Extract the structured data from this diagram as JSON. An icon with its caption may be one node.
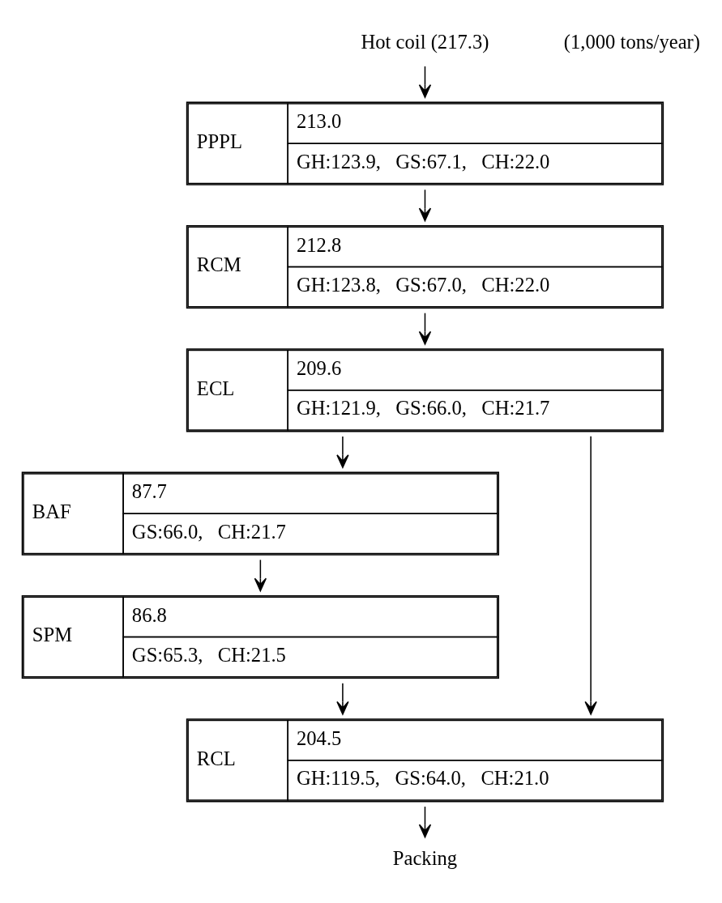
{
  "diagram": {
    "nodes": [
      {
        "text": [
          "Hot coil (217.3)"
        ]
      },
      {
        "text": [
          "PPPL",
          "213.0",
          "GH:123.9,   GS:67.1,   CH:22.0"
        ]
      },
      {
        "text": [
          "RCM",
          "212.8",
          "GH:123.8,   GS:67.0,   CH:22.0"
        ]
      },
      {
        "text": [
          "ECL",
          "209.6",
          "GH:121.9,   GS:66.0,   CH:21.7"
        ]
      },
      {
        "text": [
          "BAF",
          "87.7",
          "GS:66.0,   CH:21.7"
        ]
      },
      {
        "text": [
          "SPM",
          "86.8",
          "GS:65.3,   CH:21.5"
        ]
      },
      {
        "text": [
          "RCL",
          "204.5",
          "GH:119.5,   GS:64.0,   CH:21.0"
        ]
      },
      {
        "text": [
          "Packing"
        ]
      }
    ],
    "edges": [
      {
        "from": 0,
        "to": 1,
        "arrow": "to"
      },
      {
        "from": 1,
        "to": 2,
        "arrow": "to"
      },
      {
        "from": 2,
        "to": 3,
        "arrow": "to"
      },
      {
        "from": 3,
        "to": 4,
        "arrow": "to"
      },
      {
        "from": 3,
        "to": 6,
        "arrow": "to"
      },
      {
        "from": 4,
        "to": 5,
        "arrow": "to"
      },
      {
        "from": 5,
        "to": 6,
        "arrow": "to"
      },
      {
        "from": 6,
        "to": 7,
        "arrow": "to"
      }
    ],
    "labels": [
      "(1,000 tons/year)"
    ]
  }
}
